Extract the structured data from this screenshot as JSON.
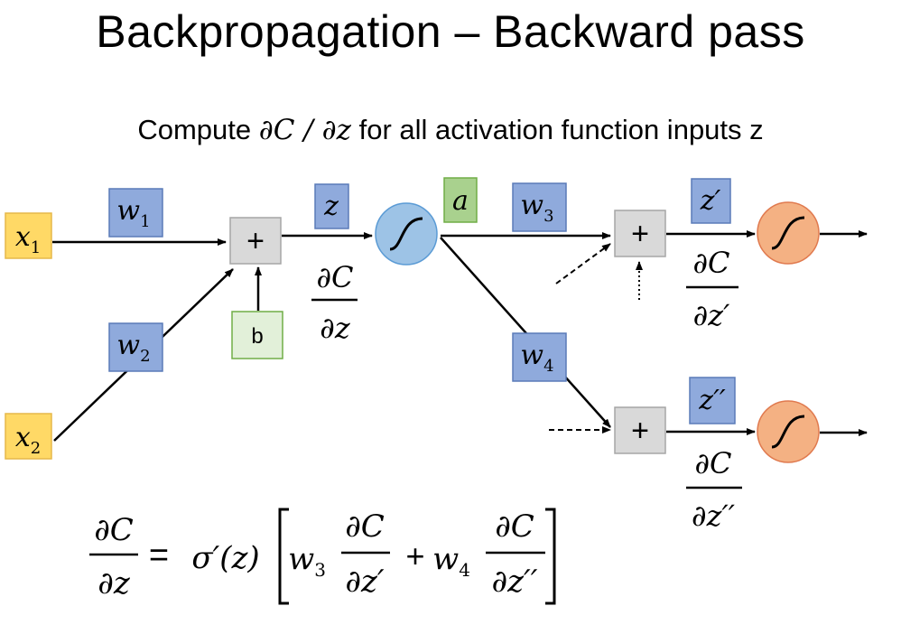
{
  "slide": {
    "title": "Backpropagation – Backward pass",
    "subtitle_prefix": "Compute ",
    "subtitle_math": "∂C / ∂z",
    "subtitle_suffix": " for all activation function inputs z"
  },
  "diagram": {
    "inputs": {
      "x1": "x",
      "x1_sub": "1",
      "x2": "x",
      "x2_sub": "2"
    },
    "weights": {
      "w1": "w",
      "w1_sub": "1",
      "w2": "w",
      "w2_sub": "2",
      "w3": "w",
      "w3_sub": "3",
      "w4": "w",
      "w4_sub": "4"
    },
    "sum_symbol": "+",
    "bias": "b",
    "z": "z",
    "a": "a",
    "z_prime": "z′",
    "z_double_prime": "z′′",
    "dC": "∂C",
    "dz": "∂z",
    "dz_prime": "∂z′",
    "dz_double_prime": "∂z′′"
  },
  "formula": {
    "lhs_num": "∂C",
    "lhs_den": "∂z",
    "equals": "=",
    "sigma": "σ′(z)",
    "w3": "w",
    "w3_sub": "3",
    "t1_num": "∂C",
    "t1_den": "∂z′",
    "plus": "+",
    "w4": "w",
    "w4_sub": "4",
    "t2_num": "∂C",
    "t2_den": "∂z′′"
  },
  "colors": {
    "input_fill": "#FFD966",
    "input_stroke": "#E6B84A",
    "weight_fill": "#8FAADC",
    "weight_stroke": "#5A7BB8",
    "a_fill": "#A9D18E",
    "a_stroke": "#70AD47",
    "bias_fill": "#E2F0D9",
    "bias_stroke": "#70AD47",
    "sum_fill": "#D9D9D9",
    "sum_stroke": "#A6A6A6",
    "neuron1_fill": "#9DC3E6",
    "neuron1_stroke": "#5B9BD5",
    "neuron2_fill": "#F4B183",
    "neuron2_stroke": "#E07A4F"
  }
}
